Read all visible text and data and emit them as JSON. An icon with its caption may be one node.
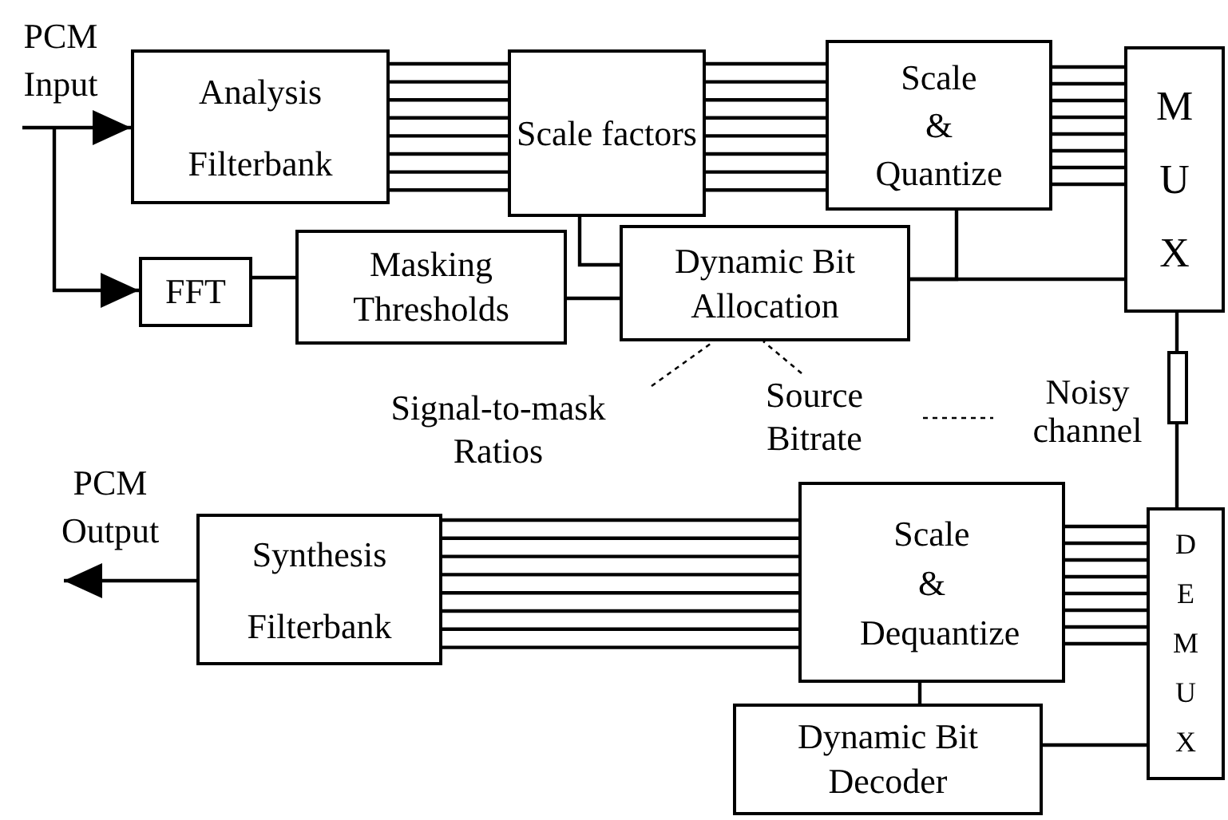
{
  "diagram": {
    "nodes": [
      {
        "text": [
          "Analysis Filterbank"
        ]
      },
      {
        "text": [
          "Scale factors"
        ]
      },
      {
        "text": [
          "Scale & Quantize"
        ]
      },
      {
        "text": [
          "MUX"
        ]
      },
      {
        "text": [
          "FFT"
        ]
      },
      {
        "text": [
          "Masking Thresholds"
        ]
      },
      {
        "text": [
          "Dynamic Bit Allocation"
        ]
      },
      {
        "text": [
          "Signal-to-mask Ratios"
        ]
      },
      {
        "text": [
          "Source Bitrate"
        ]
      },
      {
        "text": [
          "Noisy channel"
        ]
      },
      {
        "text": [],
        "shape": "box"
      },
      {
        "text": [
          "Synthesis Filterbank"
        ]
      },
      {
        "text": [
          "Scale & Dequantize"
        ]
      },
      {
        "text": [
          "DEMUX"
        ]
      },
      {
        "text": [
          "Dynamic Bit Decoder"
        ]
      }
    ],
    "edges": [
      {
        "from": null,
        "to": 0,
        "arrow": "to"
      },
      {
        "from": null,
        "to": 4,
        "arrow": "to"
      },
      {
        "from": 0,
        "to": 1,
        "arrow": "none"
      },
      {
        "from": 1,
        "to": 2,
        "arrow": "none"
      },
      {
        "from": 2,
        "to": 3,
        "arrow": "none"
      },
      {
        "from": 4,
        "to": 5,
        "arrow": "none"
      },
      {
        "from": 1,
        "to": 6,
        "arrow": "none"
      },
      {
        "from": 5,
        "to": 6,
        "arrow": "none"
      },
      {
        "from": 6,
        "to": 3,
        "arrow": "none"
      },
      {
        "from": 2,
        "to": 6,
        "arrow": "none"
      },
      {
        "from": 3,
        "to": 10,
        "arrow": "none"
      },
      {
        "from": 10,
        "to": 13,
        "arrow": "none"
      },
      {
        "from": 7,
        "to": 6,
        "arrow": "none",
        "style": "dashed"
      },
      {
        "from": 8,
        "to": 6,
        "arrow": "none",
        "style": "dashed"
      },
      {
        "from": 8,
        "to": 9,
        "arrow": "none",
        "style": "dashed"
      },
      {
        "from": 13,
        "to": 12,
        "arrow": "none"
      },
      {
        "from": 12,
        "to": 11,
        "arrow": "none"
      },
      {
        "from": 11,
        "to": null,
        "arrow": "to"
      },
      {
        "from": 14,
        "to": 12,
        "arrow": "none"
      },
      {
        "from": 13,
        "to": 14,
        "arrow": "none"
      }
    ],
    "labels": [
      "PCM Input",
      "PCM Output"
    ]
  }
}
